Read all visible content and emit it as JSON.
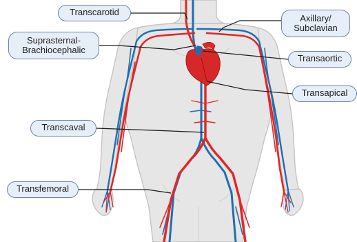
{
  "labels": {
    "transcarotid": "Transcarotid",
    "axillary_line1": "Axillary/",
    "axillary_line2": "Subclavian",
    "suprasternal_line1": "Suprasternal-",
    "suprasternal_line2": "Brachiocephalic",
    "transaortic": "Transaortic",
    "transapical": "Transapical",
    "transcaval": "Transcaval",
    "transfemoral": "Transfemoral"
  },
  "colors": {
    "artery": "#e32626",
    "vein": "#1e6fb0",
    "body_fill": "#e6e6e6",
    "body_outline": "#c4c4c4",
    "label_fill": "#e6eef8",
    "label_border": "#6a84aa",
    "leader_line": "#1a1a1a"
  }
}
